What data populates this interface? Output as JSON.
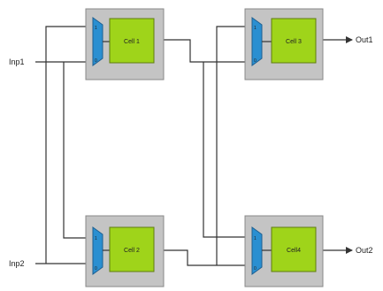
{
  "inputs": {
    "inp1": "Inp1",
    "inp2": "Inp2"
  },
  "outputs": {
    "out1": "Out1",
    "out2": "Out2"
  },
  "cells": {
    "cell1": "Cell 1",
    "cell2": "Cell 2",
    "cell3": "Cell 3",
    "cell4": "Cell4"
  },
  "mux_pins": {
    "top": "1",
    "bottom": "0"
  },
  "colors": {
    "block_background": "#c4c4c4",
    "cell_fill": "#9fd41a",
    "mux_fill": "#2a8fd1",
    "wire": "#333333"
  }
}
